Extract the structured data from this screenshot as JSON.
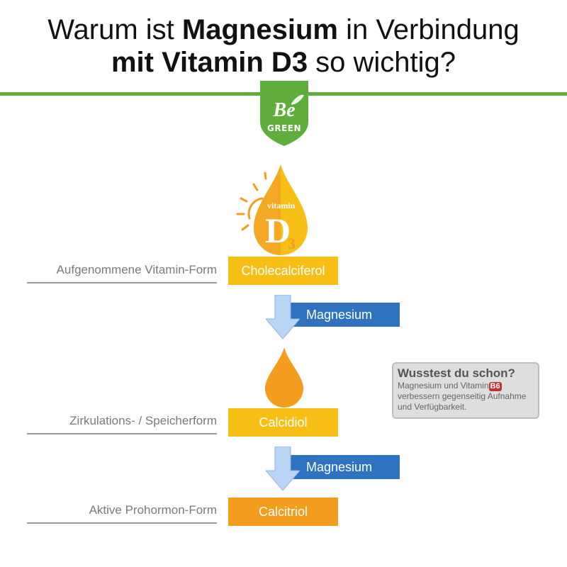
{
  "title": {
    "line1_pre": "Warum ist ",
    "line1_bold": "Magnesium",
    "line1_post": " in Verbindung",
    "line2_bold": "mit Vitamin D3",
    "line2_post": " so wichtig?"
  },
  "logo": {
    "be": "Be",
    "green": "GREEN"
  },
  "vitamin_drop": {
    "word": "vitamin",
    "letter": "D",
    "sub": "3"
  },
  "stages": [
    {
      "label": "Aufgenommene Vitamin-Form",
      "form": "Cholecalciferol"
    },
    {
      "label": "Zirkulations- / Speicherform",
      "form": "Calcidiol"
    },
    {
      "label": "Aktive Prohormon-Form",
      "form": "Calcitriol"
    }
  ],
  "conversions": [
    {
      "cofactor": "Magnesium"
    },
    {
      "cofactor": "Magnesium"
    }
  ],
  "info": {
    "title": "Wusstest du schon?",
    "text_pre": "Magnesium und Vitamin",
    "badge": "B6",
    "text_post": "verbessern gegenseitig Aufnahme und Verfügbarkeit."
  },
  "colors": {
    "green": "#5fae3c",
    "yellow": "#f7be16",
    "orange": "#f39c1e",
    "blue": "#2f73c0",
    "arrow": "#b9d4f5",
    "badge": "#c0322f"
  }
}
